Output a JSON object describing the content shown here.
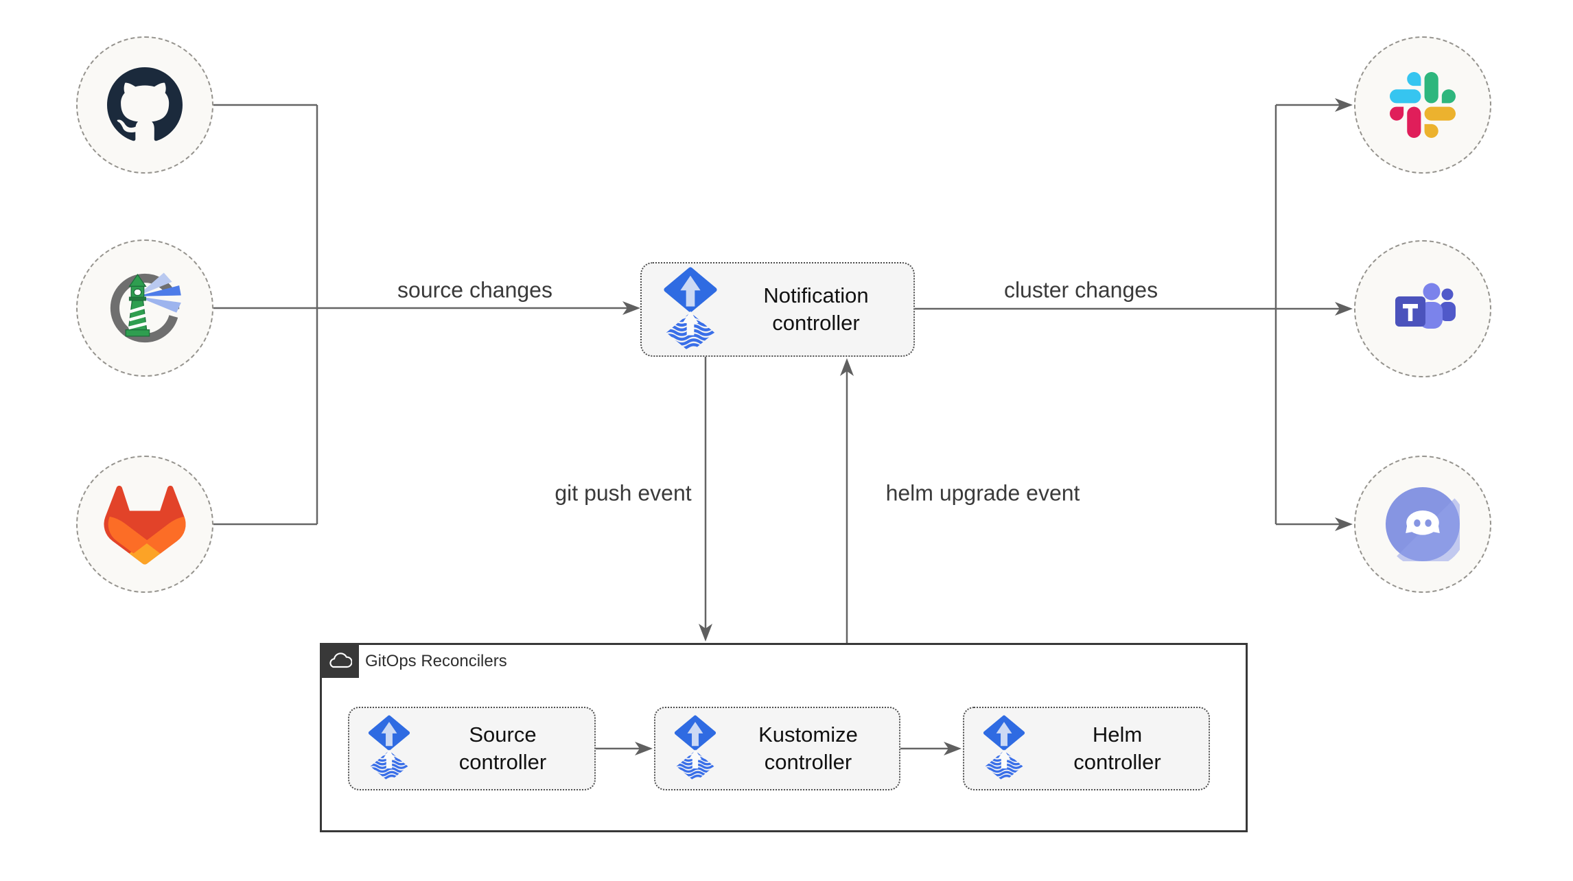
{
  "nodes": {
    "notification": {
      "label_line1": "Notification",
      "label_line2": "controller",
      "icon": "flux-icon"
    },
    "source": {
      "label_line1": "Source",
      "label_line2": "controller",
      "icon": "flux-icon"
    },
    "kustomize": {
      "label_line1": "Kustomize",
      "label_line2": "controller",
      "icon": "flux-icon"
    },
    "helm": {
      "label_line1": "Helm",
      "label_line2": "controller",
      "icon": "flux-icon"
    }
  },
  "group": {
    "title": "GitOps Reconcilers",
    "icon": "cloud-icon"
  },
  "edge_labels": {
    "source_changes": "source changes",
    "cluster_changes": "cluster changes",
    "git_push": "git push event",
    "helm_upgrade": "helm upgrade event"
  },
  "endpoints": {
    "left": [
      "github-icon",
      "harbor-icon",
      "gitlab-icon"
    ],
    "right": [
      "slack-icon",
      "teams-icon",
      "discord-icon"
    ]
  },
  "edges": [
    {
      "from": "github",
      "to": "notification",
      "label": "source changes"
    },
    {
      "from": "harbor",
      "to": "notification",
      "label": "source changes"
    },
    {
      "from": "gitlab",
      "to": "notification",
      "label": "source changes"
    },
    {
      "from": "notification",
      "to": "slack",
      "label": "cluster changes"
    },
    {
      "from": "notification",
      "to": "teams",
      "label": "cluster changes"
    },
    {
      "from": "notification",
      "to": "discord",
      "label": "cluster changes"
    },
    {
      "from": "notification",
      "to": "gitops-reconcilers",
      "label": "git push event"
    },
    {
      "from": "gitops-reconcilers",
      "to": "notification",
      "label": "helm upgrade event"
    },
    {
      "from": "source",
      "to": "kustomize"
    },
    {
      "from": "kustomize",
      "to": "helm"
    }
  ],
  "colors": {
    "flux_blue": "#2f6be2",
    "line_gray": "#646464",
    "box_fill": "#f5f5f5",
    "circle_fill": "#faf9f6",
    "group_border": "#383838",
    "github_dark": "#1b2a3c",
    "gitlab_red": "#e24329",
    "gitlab_orange": "#fc6d26",
    "gitlab_yellow": "#fca326",
    "slack_blue": "#36c5f0",
    "slack_green": "#2eb67d",
    "slack_yellow": "#ecb22e",
    "slack_red": "#e01e5a",
    "teams_indigo": "#4b53bc",
    "teams_light": "#7b83eb",
    "teams_mid": "#5059c9",
    "discord_blurple": "#8695e2",
    "harbor_green": "#2f9e50",
    "harbor_gray": "#6f6f6f"
  }
}
